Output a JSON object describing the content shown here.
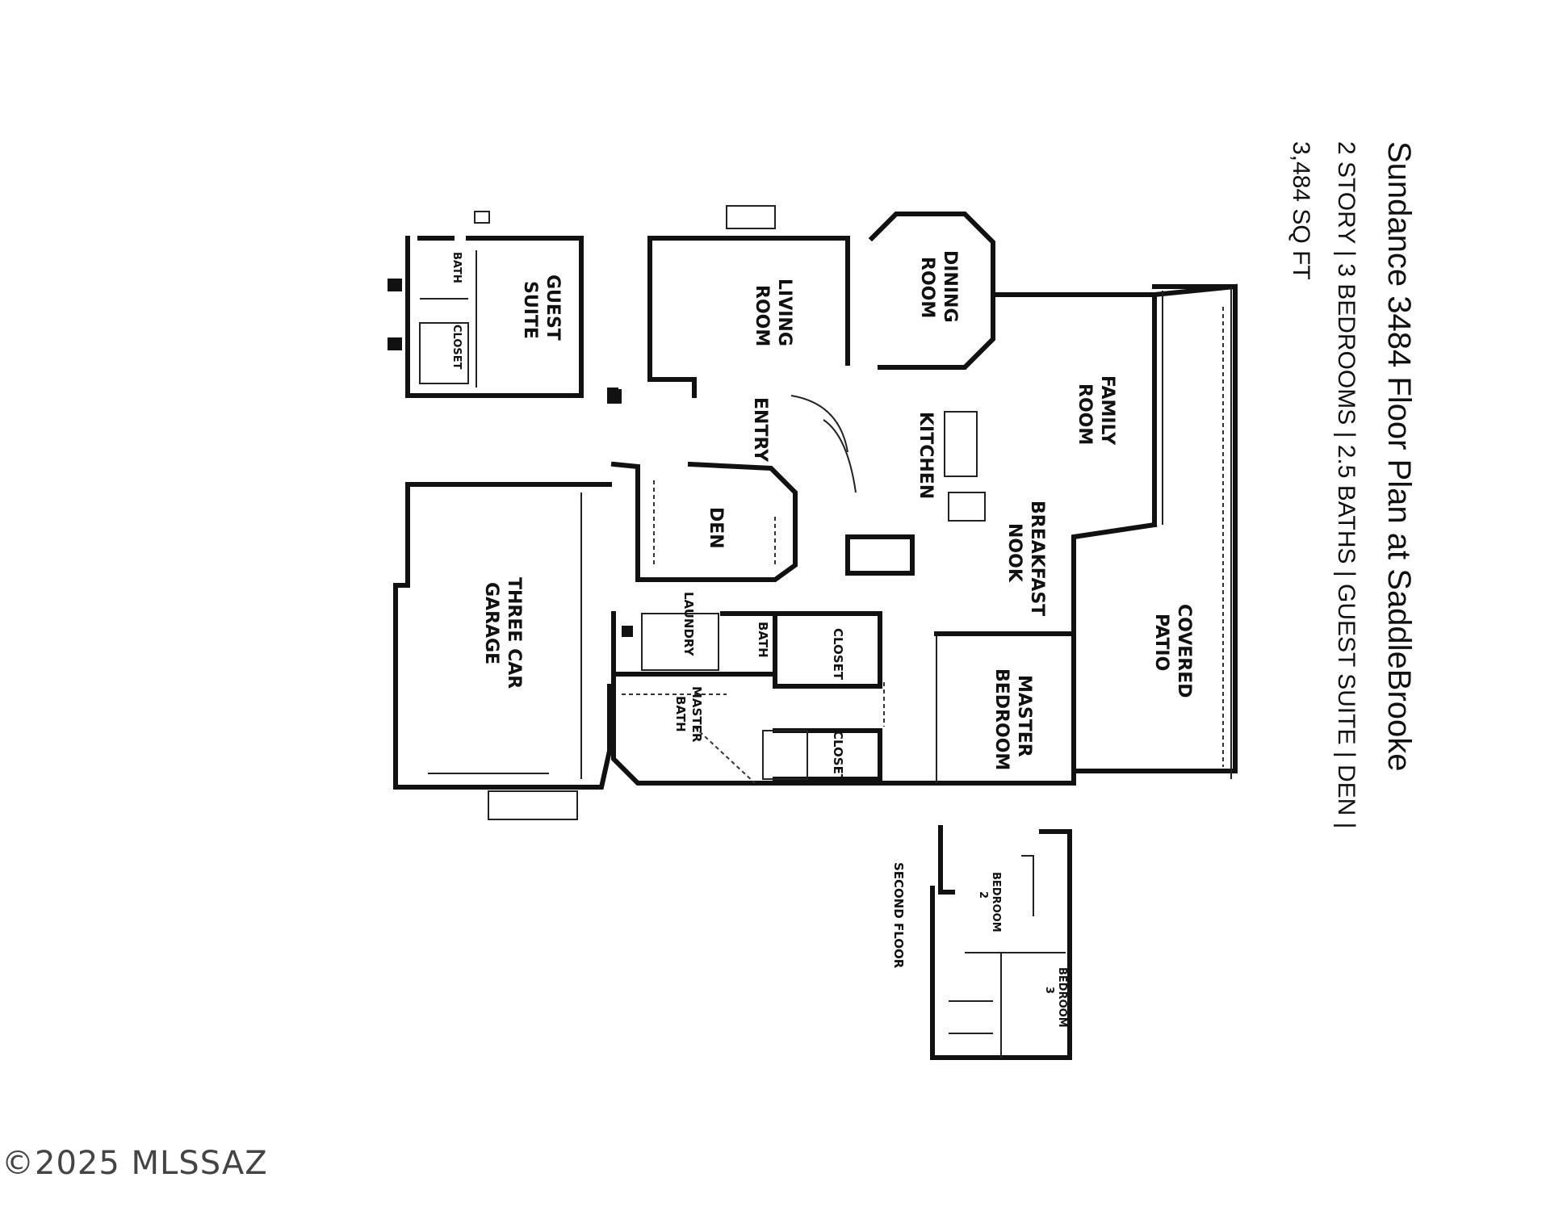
{
  "header": {
    "title": "Sundance 3484 Floor Plan at SaddleBrooke",
    "features": "2 STORY  |  3 BEDROOMS  |  2.5 BATHS  |  GUEST SUITE  |  DEN  |",
    "area": "3,484 SQ FT"
  },
  "rooms": {
    "guest_suite": [
      "GUEST",
      "SUITE"
    ],
    "guest_bath": "BATH",
    "guest_closet": "CLOSET",
    "living_room": [
      "LIVING",
      "ROOM"
    ],
    "dining_room": [
      "DINING",
      "ROOM"
    ],
    "family_room": [
      "FAMILY",
      "ROOM"
    ],
    "entry": "ENTRY",
    "kitchen": "KITCHEN",
    "breakfast_nook": [
      "BREAKFAST",
      "NOOK"
    ],
    "den": "DEN",
    "three_car_garage": [
      "THREE CAR",
      "GARAGE"
    ],
    "laundry": "LAUNDRY",
    "half_bath": "BATH",
    "closet_1": "CLOSET",
    "closet_2": "CLOSET",
    "master_bath": [
      "MASTER",
      "BATH"
    ],
    "master_bedroom": [
      "MASTER",
      "BEDROOM"
    ],
    "covered_patio": [
      "COVERED",
      "PATIO"
    ],
    "bedroom_2": [
      "BEDROOM",
      "2"
    ],
    "bedroom_3": [
      "BEDROOM",
      "3"
    ],
    "second_floor": "SECOND FLOOR"
  },
  "watermark": "©2025 MLSSAZ"
}
